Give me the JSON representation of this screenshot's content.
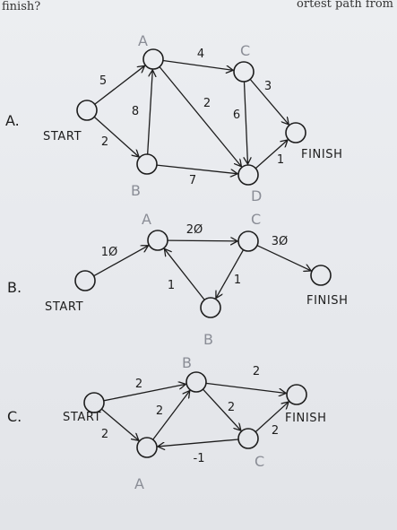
{
  "header": {
    "left_fragment": "finish?",
    "right_fragment": "ortest path from"
  },
  "graphs": [
    {
      "tag": "A.",
      "nodes": [
        {
          "id": "start",
          "label": "START",
          "vertex_name": ""
        },
        {
          "id": "a",
          "label": "",
          "vertex_name": "A"
        },
        {
          "id": "b",
          "label": "",
          "vertex_name": "B"
        },
        {
          "id": "c",
          "label": "",
          "vertex_name": "C"
        },
        {
          "id": "d",
          "label": "",
          "vertex_name": "D"
        },
        {
          "id": "finish",
          "label": "FINISH",
          "vertex_name": ""
        }
      ],
      "edges": [
        {
          "from": "start",
          "to": "a",
          "weight": "5"
        },
        {
          "from": "start",
          "to": "b",
          "weight": "2"
        },
        {
          "from": "b",
          "to": "a",
          "weight": "8"
        },
        {
          "from": "a",
          "to": "c",
          "weight": "4"
        },
        {
          "from": "a",
          "to": "d",
          "weight": "2"
        },
        {
          "from": "b",
          "to": "d",
          "weight": "7"
        },
        {
          "from": "c",
          "to": "d",
          "weight": "6"
        },
        {
          "from": "c",
          "to": "finish",
          "weight": "3"
        },
        {
          "from": "d",
          "to": "finish",
          "weight": "1"
        }
      ]
    },
    {
      "tag": "B.",
      "nodes": [
        {
          "id": "start",
          "label": "START",
          "vertex_name": ""
        },
        {
          "id": "a",
          "label": "",
          "vertex_name": "A"
        },
        {
          "id": "c",
          "label": "",
          "vertex_name": "C"
        },
        {
          "id": "b",
          "label": "",
          "vertex_name": "B"
        },
        {
          "id": "finish",
          "label": "FINISH",
          "vertex_name": ""
        }
      ],
      "edges": [
        {
          "from": "start",
          "to": "a",
          "weight": "1Ø"
        },
        {
          "from": "a",
          "to": "c",
          "weight": "2Ø"
        },
        {
          "from": "c",
          "to": "finish",
          "weight": "3Ø"
        },
        {
          "from": "c",
          "to": "b",
          "weight": "1"
        },
        {
          "from": "b",
          "to": "a",
          "weight": "1"
        }
      ]
    },
    {
      "tag": "C.",
      "nodes": [
        {
          "id": "start",
          "label": "START",
          "vertex_name": ""
        },
        {
          "id": "b",
          "label": "",
          "vertex_name": "B"
        },
        {
          "id": "a",
          "label": "",
          "vertex_name": "A"
        },
        {
          "id": "c",
          "label": "",
          "vertex_name": "C"
        },
        {
          "id": "finish",
          "label": "FINISH",
          "vertex_name": ""
        }
      ],
      "edges": [
        {
          "from": "start",
          "to": "b",
          "weight": "2"
        },
        {
          "from": "start",
          "to": "a",
          "weight": "2"
        },
        {
          "from": "a",
          "to": "b",
          "weight": "2"
        },
        {
          "from": "b",
          "to": "finish",
          "weight": "2"
        },
        {
          "from": "b",
          "to": "c",
          "weight": "2"
        },
        {
          "from": "c",
          "to": "a",
          "weight": "-1"
        },
        {
          "from": "c",
          "to": "finish",
          "weight": "2"
        }
      ]
    }
  ]
}
